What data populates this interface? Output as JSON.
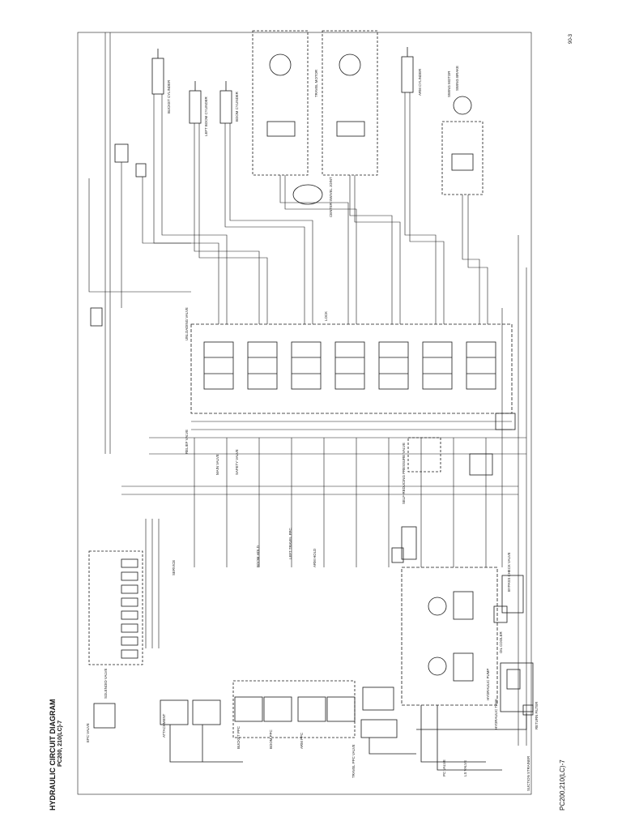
{
  "header": {
    "title": "HYDRAULIC CIRCUIT DIAGRAM",
    "subtitle": "PC200, 210(LC)-7"
  },
  "footer": {
    "model": "PC200,210(LC)-7",
    "page": "90-3"
  },
  "labels": {
    "bucket_cylinder": "BUCKET CYLINDER",
    "left_boom_cylinder": "LEFT BOOM CYLINDER",
    "right_boom_cylinder": "BOOM CYLINDER",
    "arm_cylinder": "ARM CYLINDER",
    "travel_motor": "TRAVEL MOTOR",
    "swing_motor": "SWING MOTOR",
    "center_swivel_joint": "CENTER SWIVEL JOINT",
    "main_valve": "MAIN VALVE",
    "unloading_valve": "UNLOADING VALVE",
    "safety_valve": "SAFETY VALVE",
    "relief_valve": "RELIEF VALVE",
    "solenoid_valve": "SOLENOID VALVE",
    "epc_valve": "EPC VALVE",
    "self_reducing_valve": "SELF-REDUCING PRESSURE VALVE",
    "left_travel_pc": "LEFT TRAVEL PPC",
    "arm_ppc": "ARM PPC",
    "boom_ppc": "BOOM PPC",
    "bucket_ppc": "BUCKET PPC",
    "travel_ppc": "TRAVEL PPC VALVE",
    "oil_cooler": "OIL COOLER",
    "hydraulic_tank": "HYDRAULIC TANK",
    "return_filter": "RETURN FILTER",
    "bypass_check_valve": "BYPASS CHECK VALVE",
    "suction_strainer": "SUCTION STRAINER",
    "hydraulic_pump": "HYDRAULIC PUMP",
    "swing_brake": "SWING BRAKE",
    "attachment": "ATTACHMENT",
    "service": "SERVICE",
    "lock": "LOCK",
    "boom_hold": "BOOM HOLD",
    "arm_hold": "ARM HOLD",
    "lss_valve": "LS VALVE",
    "pc_valve": "PC VALVE"
  },
  "colors": {
    "line": "#1a1a1a",
    "paper": "#ffffff"
  }
}
